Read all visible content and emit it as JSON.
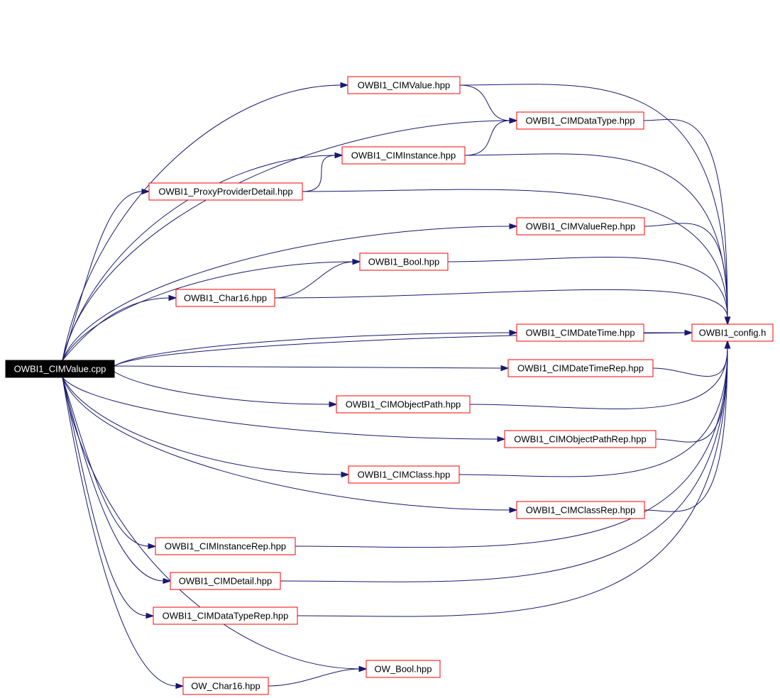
{
  "graph": {
    "root": "OWBI1_CIMValue.cpp",
    "nodes": {
      "root": "OWBI1_CIMValue.cpp",
      "cimvalue_hpp": "OWBI1_CIMValue.hpp",
      "cimdatatype_hpp": "OWBI1_CIMDataType.hpp",
      "ciminstance_hpp": "OWBI1_CIMInstance.hpp",
      "proxyproviderdetail_hpp": "OWBI1_ProxyProviderDetail.hpp",
      "cimvaluerep_hpp": "OWBI1_CIMValueRep.hpp",
      "bool_hpp": "OWBI1_Bool.hpp",
      "char16_hpp": "OWBI1_Char16.hpp",
      "cimdatetime_hpp": "OWBI1_CIMDateTime.hpp",
      "config_h": "OWBI1_config.h",
      "cimdatetimerep_hpp": "OWBI1_CIMDateTimeRep.hpp",
      "cimobjectpath_hpp": "OWBI1_CIMObjectPath.hpp",
      "cimobjectpathrep_hpp": "OWBI1_CIMObjectPathRep.hpp",
      "cimclass_hpp": "OWBI1_CIMClass.hpp",
      "cimclassrep_hpp": "OWBI1_CIMClassRep.hpp",
      "ciminstancerep_hpp": "OWBI1_CIMInstanceRep.hpp",
      "cimdetail_hpp": "OWBI1_CIMDetail.hpp",
      "cimdatatyperep_hpp": "OWBI1_CIMDataTypeRep.hpp",
      "ow_bool_hpp": "OW_Bool.hpp",
      "ow_char16_hpp": "OW_Char16.hpp"
    },
    "edges": [
      [
        "root",
        "cimvalue_hpp"
      ],
      [
        "root",
        "cimdatatype_hpp"
      ],
      [
        "root",
        "ciminstance_hpp"
      ],
      [
        "root",
        "proxyproviderdetail_hpp"
      ],
      [
        "root",
        "cimvaluerep_hpp"
      ],
      [
        "root",
        "bool_hpp"
      ],
      [
        "root",
        "char16_hpp"
      ],
      [
        "root",
        "cimdatetime_hpp"
      ],
      [
        "root",
        "config_h"
      ],
      [
        "root",
        "cimdatetimerep_hpp"
      ],
      [
        "root",
        "cimobjectpath_hpp"
      ],
      [
        "root",
        "cimobjectpathrep_hpp"
      ],
      [
        "root",
        "cimclass_hpp"
      ],
      [
        "root",
        "cimclassrep_hpp"
      ],
      [
        "root",
        "ciminstancerep_hpp"
      ],
      [
        "root",
        "cimdetail_hpp"
      ],
      [
        "root",
        "cimdatatyperep_hpp"
      ],
      [
        "root",
        "ow_bool_hpp"
      ],
      [
        "root",
        "ow_char16_hpp"
      ],
      [
        "cimvalue_hpp",
        "cimdatatype_hpp"
      ],
      [
        "cimvalue_hpp",
        "config_h"
      ],
      [
        "cimdatatype_hpp",
        "config_h"
      ],
      [
        "ciminstance_hpp",
        "cimdatatype_hpp"
      ],
      [
        "ciminstance_hpp",
        "config_h"
      ],
      [
        "proxyproviderdetail_hpp",
        "ciminstance_hpp"
      ],
      [
        "proxyproviderdetail_hpp",
        "config_h"
      ],
      [
        "cimvaluerep_hpp",
        "config_h"
      ],
      [
        "bool_hpp",
        "config_h"
      ],
      [
        "char16_hpp",
        "bool_hpp"
      ],
      [
        "char16_hpp",
        "config_h"
      ],
      [
        "cimdatetime_hpp",
        "config_h"
      ],
      [
        "cimdatetimerep_hpp",
        "config_h"
      ],
      [
        "cimobjectpath_hpp",
        "config_h"
      ],
      [
        "cimobjectpathrep_hpp",
        "config_h"
      ],
      [
        "cimclass_hpp",
        "config_h"
      ],
      [
        "cimclassrep_hpp",
        "config_h"
      ],
      [
        "ciminstancerep_hpp",
        "config_h"
      ],
      [
        "cimdetail_hpp",
        "config_h"
      ],
      [
        "cimdatatyperep_hpp",
        "config_h"
      ],
      [
        "ow_char16_hpp",
        "ow_bool_hpp"
      ]
    ]
  }
}
